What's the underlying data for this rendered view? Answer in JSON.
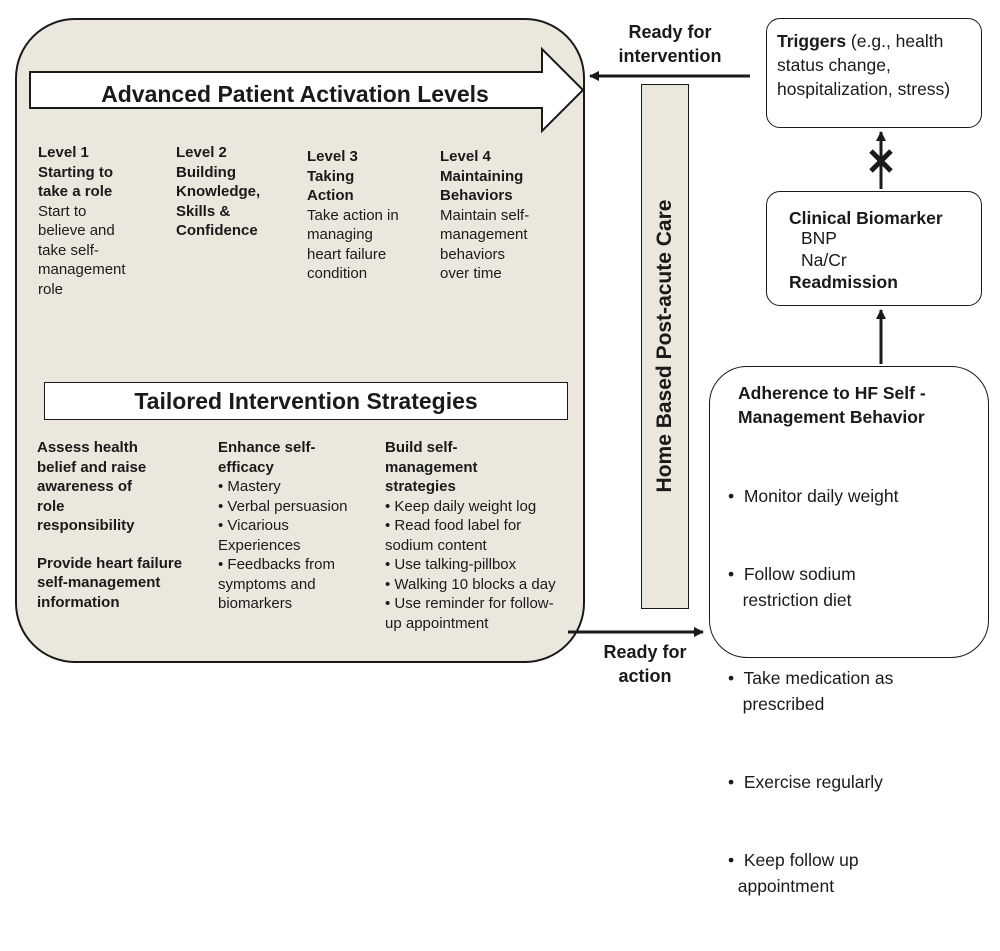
{
  "banner": {
    "title": "Advanced Patient Activation Levels"
  },
  "levels": [
    {
      "title": "Level 1\nStarting to\ntake a role",
      "desc": "Start to\nbelieve and\ntake self-\nmanagement\nrole"
    },
    {
      "title": "Level 2\nBuilding\nKnowledge,\nSkills &\nConfidence",
      "desc": ""
    },
    {
      "title": "Level 3\nTaking\nAction",
      "desc": "Take action in\nmanaging\nheart failure\ncondition"
    },
    {
      "title": "Level 4\nMaintaining\nBehaviors",
      "desc": "Maintain self-\nmanagement\nbehaviors\nover time"
    }
  ],
  "strategies": {
    "title": "Tailored Intervention Strategies",
    "col1": {
      "heading1": "Assess health\nbelief and raise\nawareness of\nrole\nresponsibility",
      "heading2": "Provide heart failure\nself-management\ninformation"
    },
    "col2": {
      "heading": "Enhance self-\nefficacy",
      "items": [
        "• Mastery",
        "• Verbal persuasion",
        "• Vicarious\nExperiences",
        "• Feedbacks from\nsymptoms and\nbiomarkers"
      ]
    },
    "col3": {
      "heading": "Build self-\nmanagement\nstrategies",
      "items": [
        "• Keep daily weight log",
        "• Read food label for\nsodium content",
        "• Use talking-pillbox",
        "• Walking 10 blocks a day",
        "• Use reminder for follow-\nup appointment"
      ]
    }
  },
  "home_care": {
    "label": "Home Based Post-acute Care"
  },
  "ready_intervention": {
    "label": "Ready for\nintervention"
  },
  "ready_action": {
    "label": "Ready for\naction"
  },
  "triggers": {
    "bold": "Triggers",
    "text": " (e.g.,  health\nstatus change,\nhospitalization,  stress)"
  },
  "biomarker": {
    "title": "Clinical Biomarker",
    "item1": "BNP",
    "item2": "Na/Cr",
    "footer": "Readmission"
  },
  "adherence": {
    "title": "Adherence to HF Self -\nManagement Behavior",
    "items": [
      "•  Monitor daily weight",
      "•  Follow sodium\n   restriction diet",
      "•  Take medication as\n   prescribed",
      "•  Exercise regularly",
      "•  Keep follow up\n  appointment"
    ]
  }
}
